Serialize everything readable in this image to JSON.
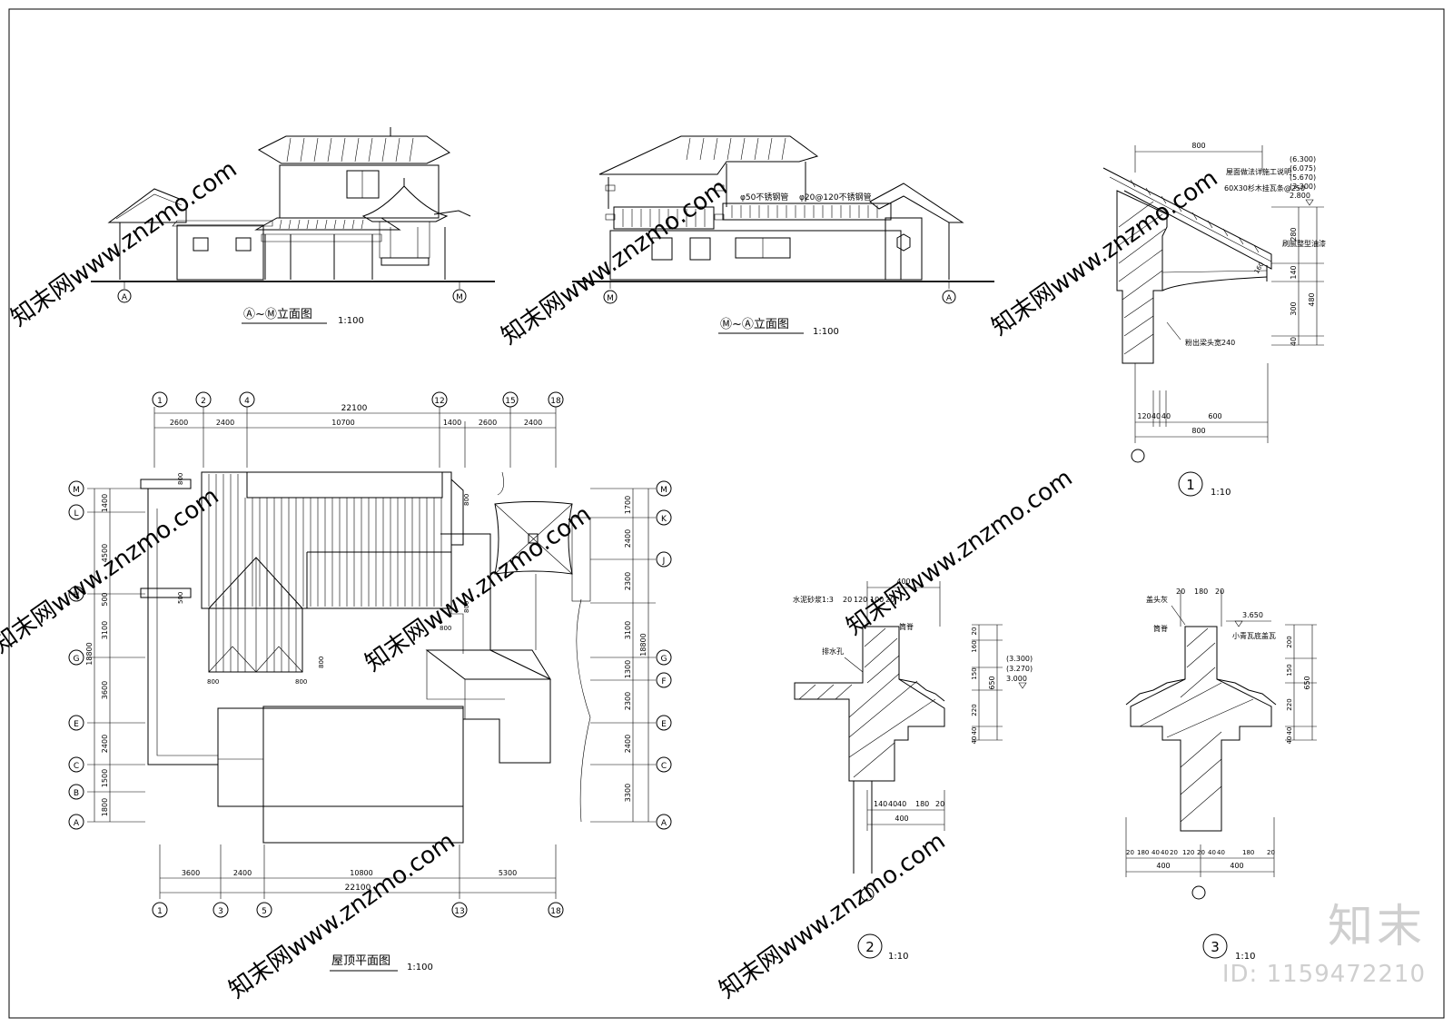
{
  "watermark": {
    "text": "知末网www.znzmo.com",
    "brand": "知末",
    "id": "ID: 1159472210"
  },
  "elev1": {
    "title": "Ⓐ~Ⓜ立面图",
    "scale": "1:100",
    "axis_left": "A",
    "axis_right": "M"
  },
  "elev2": {
    "title": "Ⓜ~Ⓐ立面图",
    "scale": "1:100",
    "axis_left": "M",
    "axis_right": "A",
    "note1": "φ50不锈钢管",
    "note2": "φ20@120不锈钢管"
  },
  "roof_plan": {
    "title": "屋顶平面图",
    "scale": "1:100",
    "top_axes": [
      "1",
      "2",
      "4",
      "12",
      "15",
      "18"
    ],
    "top_total": "22100",
    "top_dims": [
      "2600",
      "2400",
      "10700",
      "1400",
      "2600",
      "2400"
    ],
    "bottom_axes": [
      "1",
      "3",
      "5",
      "13",
      "18"
    ],
    "bottom_total": "22100",
    "bottom_dims": [
      "3600",
      "2400",
      "10800",
      "5300"
    ],
    "left_axes": [
      "M",
      "L",
      "H",
      "G",
      "E",
      "C",
      "B",
      "A"
    ],
    "left_dims": [
      "1400",
      "4500",
      "500",
      "3100",
      "3600",
      "2400",
      "1500",
      "1800"
    ],
    "left_total": "18800",
    "right_axes": [
      "M",
      "K",
      "J",
      "G",
      "F",
      "E",
      "C",
      "A"
    ],
    "right_dims": [
      "1700",
      "2400",
      "2300",
      "3100",
      "1300",
      "2300",
      "2400",
      "3300"
    ],
    "right_total": "18800",
    "small_dims": [
      "800",
      "800",
      "800",
      "800",
      "800",
      "800",
      "500",
      "800"
    ]
  },
  "detail1": {
    "label": "1",
    "scale": "1:10",
    "elevations": [
      "(6.300)",
      "(6.075)",
      "(5.670)",
      "(3.300)",
      "2.800"
    ],
    "note1": "屋面做法详施工说明",
    "note2": "60X30杉木挂瓦条@250",
    "note3": "刷腻整型油漆",
    "note4": "粉出梁头宽240",
    "top_dim": "800",
    "bottom_dims": [
      "120",
      "40",
      "40",
      "600"
    ],
    "bottom_total": "800",
    "right_dims": [
      "280",
      "140",
      "300",
      "40"
    ],
    "right_total": "480",
    "angle": "160"
  },
  "detail2": {
    "label": "2",
    "scale": "1:10",
    "note1": "水泥砂浆1:3",
    "note2": "筒脊",
    "note3": "排水孔",
    "top_dim": "400",
    "top_sub": [
      "20",
      "120",
      "100",
      "20"
    ],
    "elevations": [
      "(3.300)",
      "(3.270)",
      "3.000"
    ],
    "right_dims": [
      "20",
      "160",
      "150",
      "220",
      "40",
      "40"
    ],
    "right_total": "650",
    "bottom_dims": [
      "140",
      "40",
      "40",
      "180",
      "20"
    ],
    "bottom_total": "400"
  },
  "detail3": {
    "label": "3",
    "scale": "1:10",
    "note1": "盖头灰",
    "note2": "筒脊",
    "note3": "小青瓦底盖瓦",
    "elevation": "3.650",
    "top_sub": [
      "20",
      "180",
      "20"
    ],
    "right_dims": [
      "200",
      "150",
      "220",
      "40",
      "40"
    ],
    "right_total": "650",
    "bottom_dims": [
      "20",
      "180",
      "40",
      "40",
      "20",
      "120",
      "20",
      "40",
      "40",
      "180",
      "20"
    ],
    "bottom_totals": [
      "400",
      "400"
    ]
  }
}
